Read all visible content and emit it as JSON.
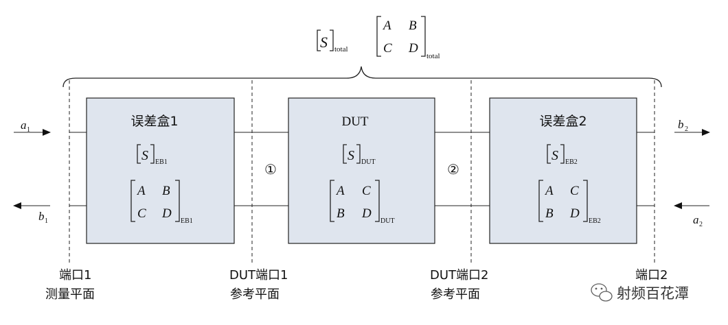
{
  "total": {
    "s_symbol": "S",
    "s_subscript": "total",
    "abcd": [
      "A",
      "B",
      "C",
      "D"
    ],
    "abcd_subscript": "total"
  },
  "boxes": {
    "eb1": {
      "title": "误差盒1",
      "s_symbol": "S",
      "s_subscript": "EB1",
      "matrix": [
        "A",
        "B",
        "C",
        "D"
      ],
      "matrix_subscript": "EB1"
    },
    "dut": {
      "title": "DUT",
      "s_symbol": "S",
      "s_subscript": "DUT",
      "matrix": [
        "A",
        "C",
        "B",
        "D"
      ],
      "matrix_subscript": "DUT"
    },
    "eb2": {
      "title": "误差盒2",
      "s_symbol": "S",
      "s_subscript": "EB2",
      "matrix": [
        "A",
        "C",
        "B",
        "D"
      ],
      "matrix_subscript": "EB2"
    }
  },
  "markers": {
    "one": "①",
    "two": "②"
  },
  "signals": {
    "a1": {
      "letter": "a",
      "sub": "1"
    },
    "b1": {
      "letter": "b",
      "sub": "1"
    },
    "b2": {
      "letter": "b",
      "sub": "2"
    },
    "a2": {
      "letter": "a",
      "sub": "2"
    }
  },
  "planes": {
    "port1": {
      "line1": "端口1",
      "line2": "测量平面"
    },
    "dut_port1": {
      "line1": "DUT端口1",
      "line2": "参考平面"
    },
    "dut_port2": {
      "line1": "DUT端口2",
      "line2": "参考平面"
    },
    "port2": {
      "line1": "端口2",
      "line2": ""
    }
  },
  "watermark": "射频百花潭"
}
